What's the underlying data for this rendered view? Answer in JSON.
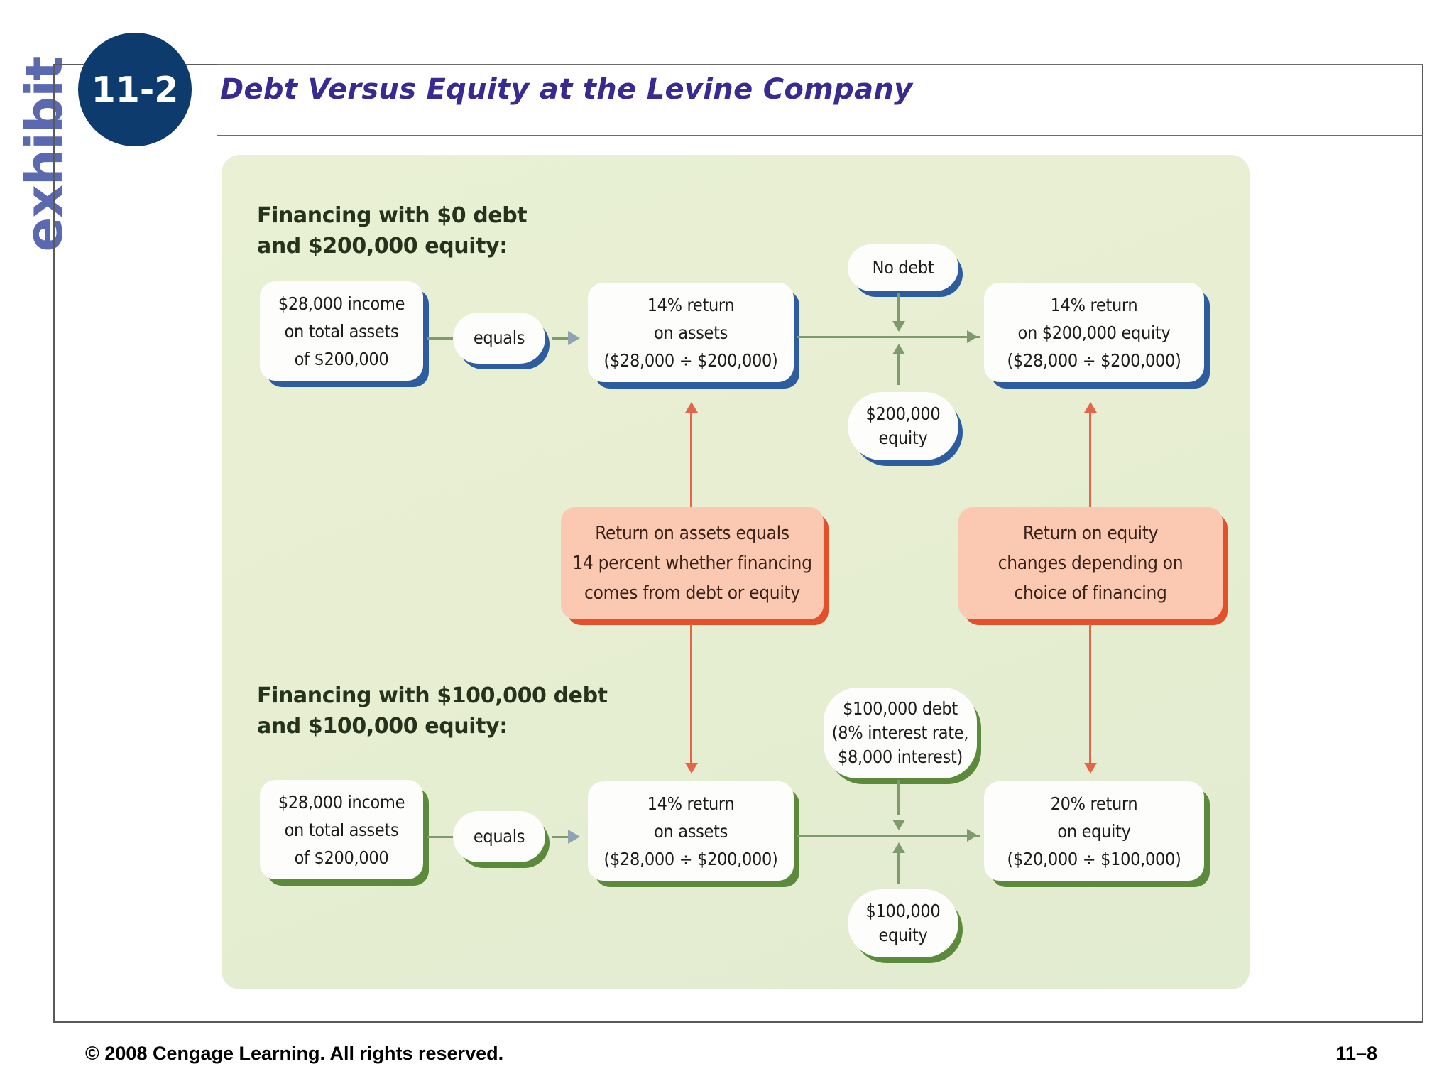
{
  "header": {
    "side_word": "exhibit",
    "badge_number": "11-2",
    "title": "Debt Versus Equity at the Levine Company",
    "badge_color": "#0d3b6e",
    "title_color": "#372a91",
    "side_word_color": "#5b6ab0"
  },
  "diagram": {
    "panel_color": "#e7eed2",
    "accent_blue": "#2d5d9e",
    "accent_green": "#5c8a3c",
    "accent_orange": "#fbc9b2",
    "accent_orange_shadow": "#e2512b",
    "connector_color": "#7f9a6e",
    "scenario_top": {
      "heading": "Financing with $0 debt\nand $200,000 equity:",
      "income_box": "$28,000 income\non total assets\nof $200,000",
      "equals_pill": "equals",
      "return_assets_box": "14% return\non assets\n($28,000 ÷ $200,000)",
      "debt_pill": "No debt",
      "equity_pill": "$200,000\nequity",
      "return_equity_box": "14% return\non $200,000 equity\n($28,000 ÷ $200,000)"
    },
    "scenario_bottom": {
      "heading": "Financing with $100,000 debt\nand $100,000 equity:",
      "income_box": "$28,000 income\non total assets\nof $200,000",
      "equals_pill": "equals",
      "return_assets_box": "14% return\non assets\n($28,000 ÷ $200,000)",
      "debt_pill": "$100,000 debt\n(8% interest rate,\n$8,000 interest)",
      "equity_pill": "$100,000\nequity",
      "return_equity_box": "20% return\non equity\n($20,000 ÷ $100,000)"
    },
    "callouts": {
      "assets": "Return on assets equals\n14 percent whether financing\ncomes from debt or equity",
      "equity": "Return on equity\nchanges depending on\nchoice of financing"
    }
  },
  "footer": {
    "copyright": "© 2008 Cengage Learning. All rights reserved.",
    "page_number": "11–8"
  }
}
